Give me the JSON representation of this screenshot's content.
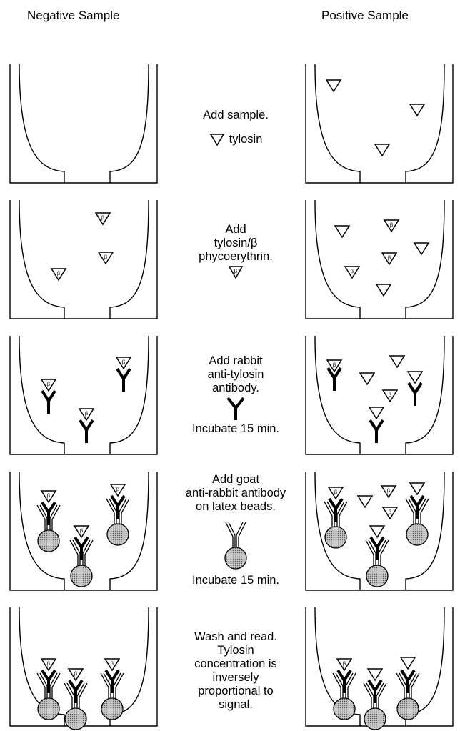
{
  "headers": {
    "negative": "Negative Sample",
    "positive": "Positive Sample"
  },
  "beta_symbol": "β",
  "steps": [
    {
      "lines": [
        "Add sample."
      ],
      "legend_label": "tylosin"
    },
    {
      "lines": [
        "Add",
        "tylosin/β",
        "phycoerythrin."
      ]
    },
    {
      "lines": [
        "Add rabbit",
        "anti-tylosin",
        "antibody."
      ],
      "after_lines": [
        "Incubate 15 min."
      ]
    },
    {
      "lines": [
        "Add goat",
        "anti-rabbit antibody",
        "on latex beads."
      ],
      "after_lines": [
        "Incubate 15 min."
      ]
    },
    {
      "lines": [
        "Wash and read.",
        "Tylosin",
        "concentration is",
        "inversely",
        "proportional to",
        "signal."
      ]
    }
  ]
}
